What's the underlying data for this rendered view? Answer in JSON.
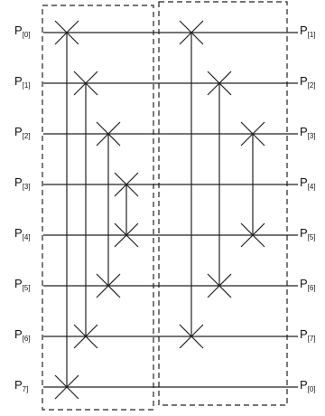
{
  "diagram": {
    "left_labels": [
      {
        "base": "P",
        "sub": "[0]"
      },
      {
        "base": "P",
        "sub": "[1]"
      },
      {
        "base": "P",
        "sub": "[2]"
      },
      {
        "base": "P",
        "sub": "[3]"
      },
      {
        "base": "P",
        "sub": "[4]"
      },
      {
        "base": "P",
        "sub": "[5]"
      },
      {
        "base": "P",
        "sub": "[6]"
      },
      {
        "base": "P",
        "sub": "7]"
      }
    ],
    "right_labels": [
      {
        "base": "P",
        "sub": "[1]"
      },
      {
        "base": "P",
        "sub": "[2]"
      },
      {
        "base": "P",
        "sub": "[3]"
      },
      {
        "base": "P",
        "sub": "[4]"
      },
      {
        "base": "P",
        "sub": "[5]"
      },
      {
        "base": "P",
        "sub": "[6]"
      },
      {
        "base": "P",
        "sub": "[7]"
      },
      {
        "base": "P",
        "sub": "[0]"
      }
    ],
    "stages": [
      {
        "connections": [
          [
            0,
            7
          ],
          [
            1,
            6
          ],
          [
            2,
            5
          ],
          [
            3,
            4
          ]
        ]
      },
      {
        "connections": [
          [
            0,
            6
          ],
          [
            1,
            5
          ],
          [
            2,
            4
          ]
        ]
      }
    ]
  }
}
